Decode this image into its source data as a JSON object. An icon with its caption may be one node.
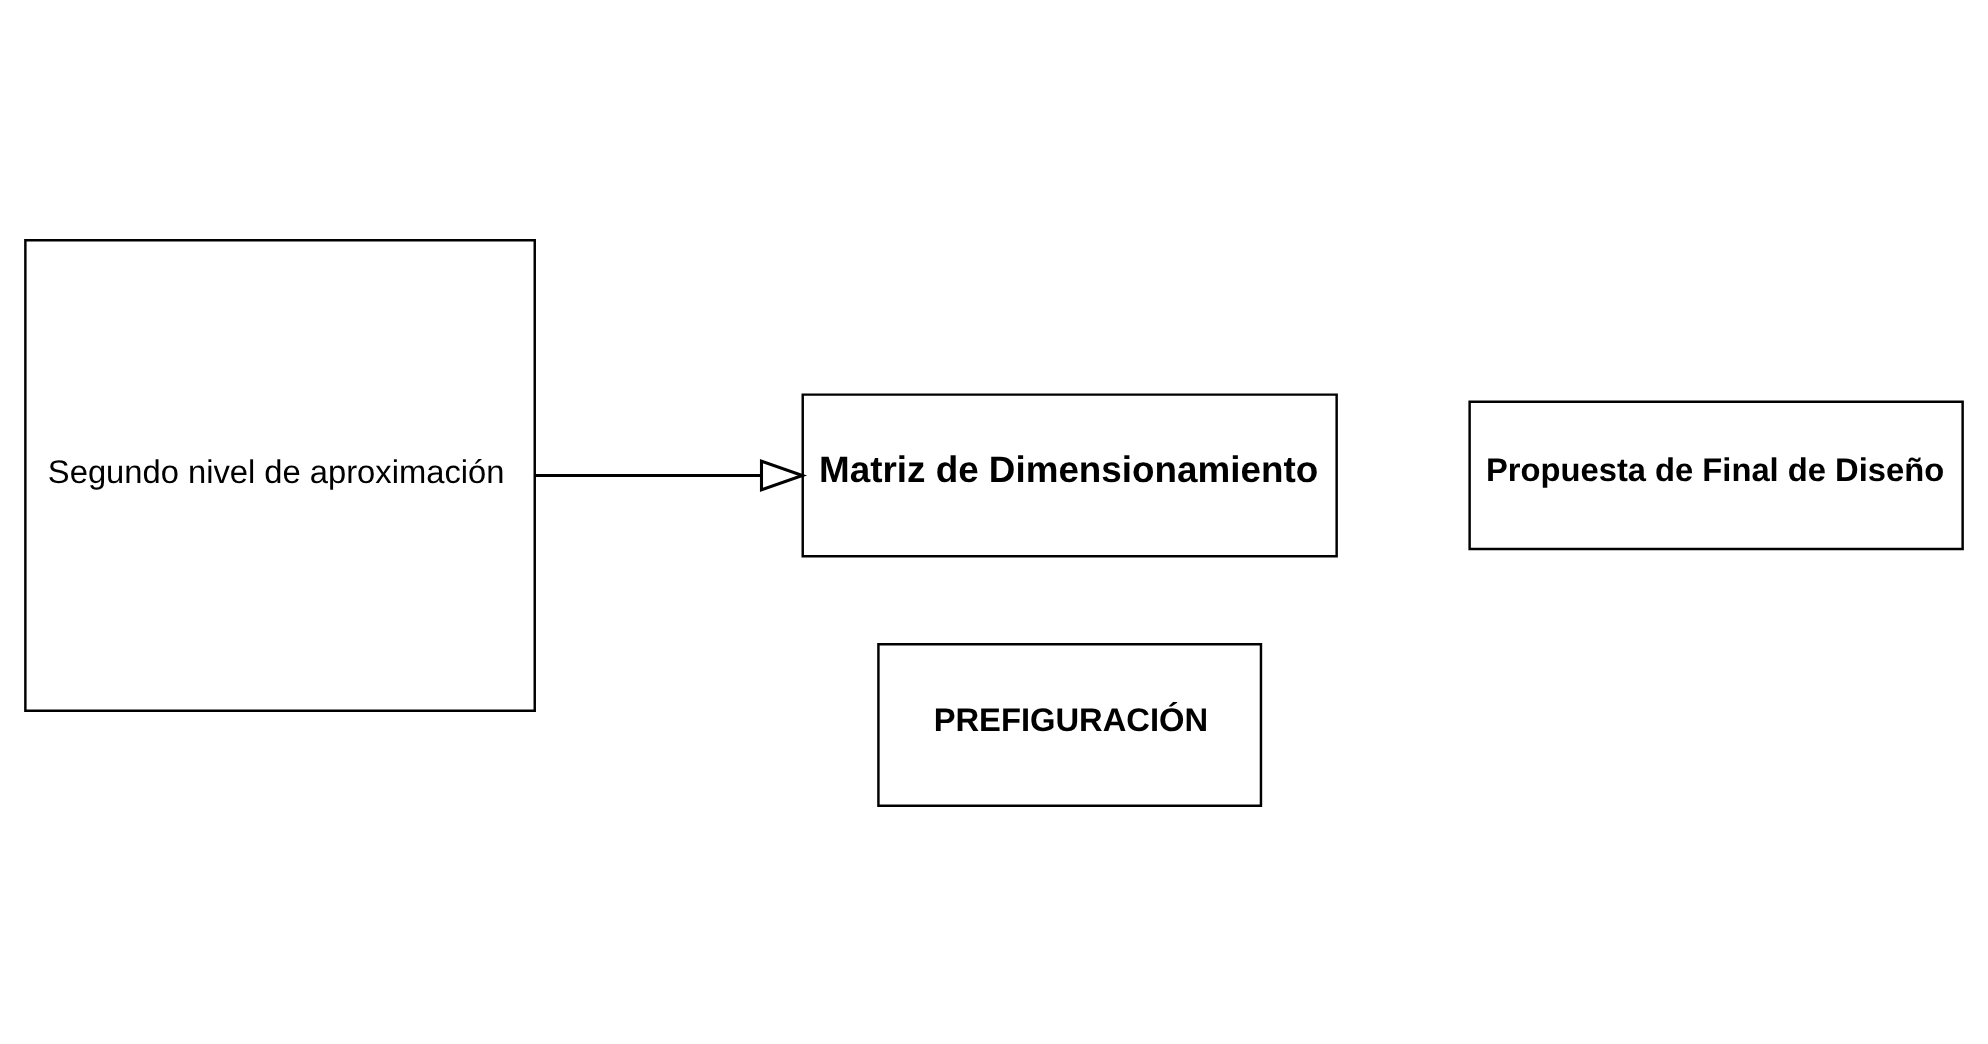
{
  "diagram": {
    "nodes": [
      {
        "text": [
          "Segundo nivel de aproximación"
        ]
      },
      {
        "text": [
          "Matriz de Dimensionamiento"
        ]
      },
      {
        "text": [
          "Propuesta de Final de Diseño"
        ]
      },
      {
        "text": [
          "PREFIGURACIÓN"
        ]
      }
    ],
    "edges": [
      {
        "from": 0,
        "to": 1,
        "arrow": "to"
      }
    ]
  }
}
